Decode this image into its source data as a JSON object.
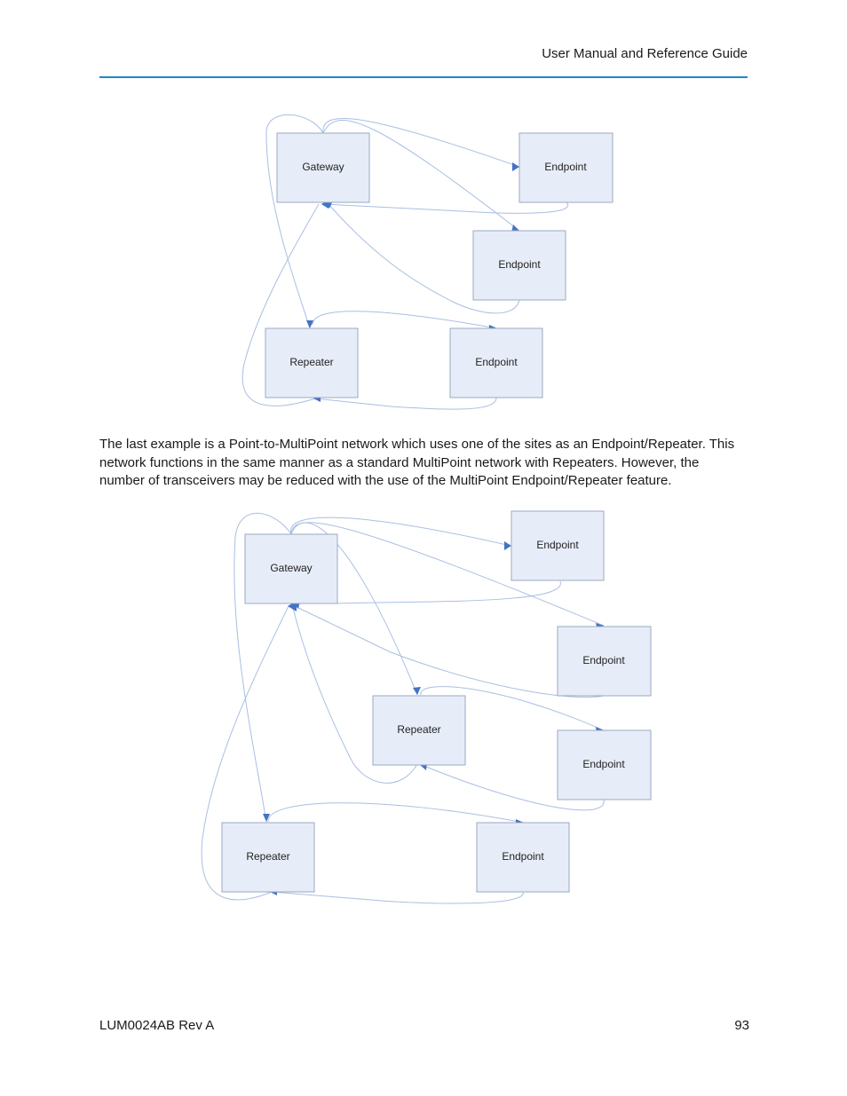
{
  "header": {
    "title": "User Manual and Reference Guide"
  },
  "diagram1": {
    "gateway": "Gateway",
    "endpoint_a": "Endpoint",
    "endpoint_b": "Endpoint",
    "endpoint_c": "Endpoint",
    "repeater": "Repeater"
  },
  "paragraph": "The last example is a Point-to-MultiPoint network which uses one of the sites as an Endpoint/Repeater. This network functions in the same manner as a standard MultiPoint network with Repeaters. However, the number of transceivers may be reduced with the use of the MultiPoint Endpoint/Repeater feature.",
  "diagram2": {
    "gateway": "Gateway",
    "endpoint_a": "Endpoint",
    "endpoint_b": "Endpoint",
    "endpoint_c": "Endpoint",
    "endpoint_d": "Endpoint",
    "repeater_mid": "Repeater",
    "repeater_low": "Repeater"
  },
  "footer": {
    "doc_id": "LUM0024AB Rev A",
    "page_number": "93"
  },
  "colors": {
    "rule": "#1b8ac6",
    "node_fill": "#e7edf8",
    "node_stroke": "#9aa9c2",
    "link": "#a9bfe2",
    "arrow": "#4472c4"
  }
}
